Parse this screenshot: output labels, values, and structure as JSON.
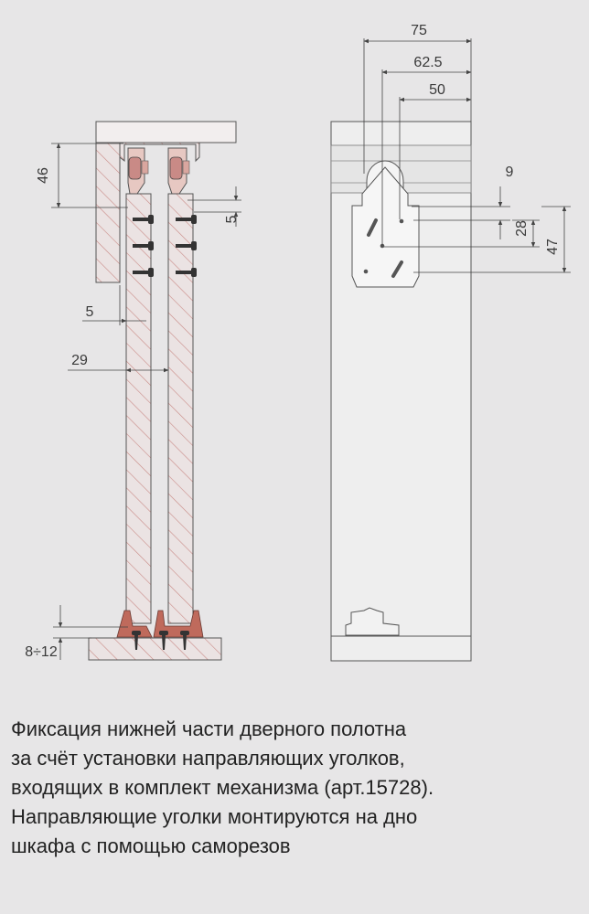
{
  "dimensions": {
    "height_46": "46",
    "gap_5_top": "5",
    "gap_5_left": "5",
    "width_29": "29",
    "bottom_gap": "8÷12",
    "width_75": "75",
    "width_62_5": "62.5",
    "width_50": "50",
    "offset_9": "9",
    "height_28": "28",
    "height_47": "47"
  },
  "caption": {
    "lines": [
      "Фиксация нижней части дверного полотна",
      "за счёт установки направляющих уголков,",
      "входящих в комплект механизма (арт.15728).",
      "Направляющие уголки монтируются на дно",
      "шкафа с помощью саморезов"
    ]
  },
  "colors": {
    "background": "#e7e6e7",
    "hatch": "#c98a86",
    "fitting": "#bf6a5c",
    "line": "#555555"
  }
}
